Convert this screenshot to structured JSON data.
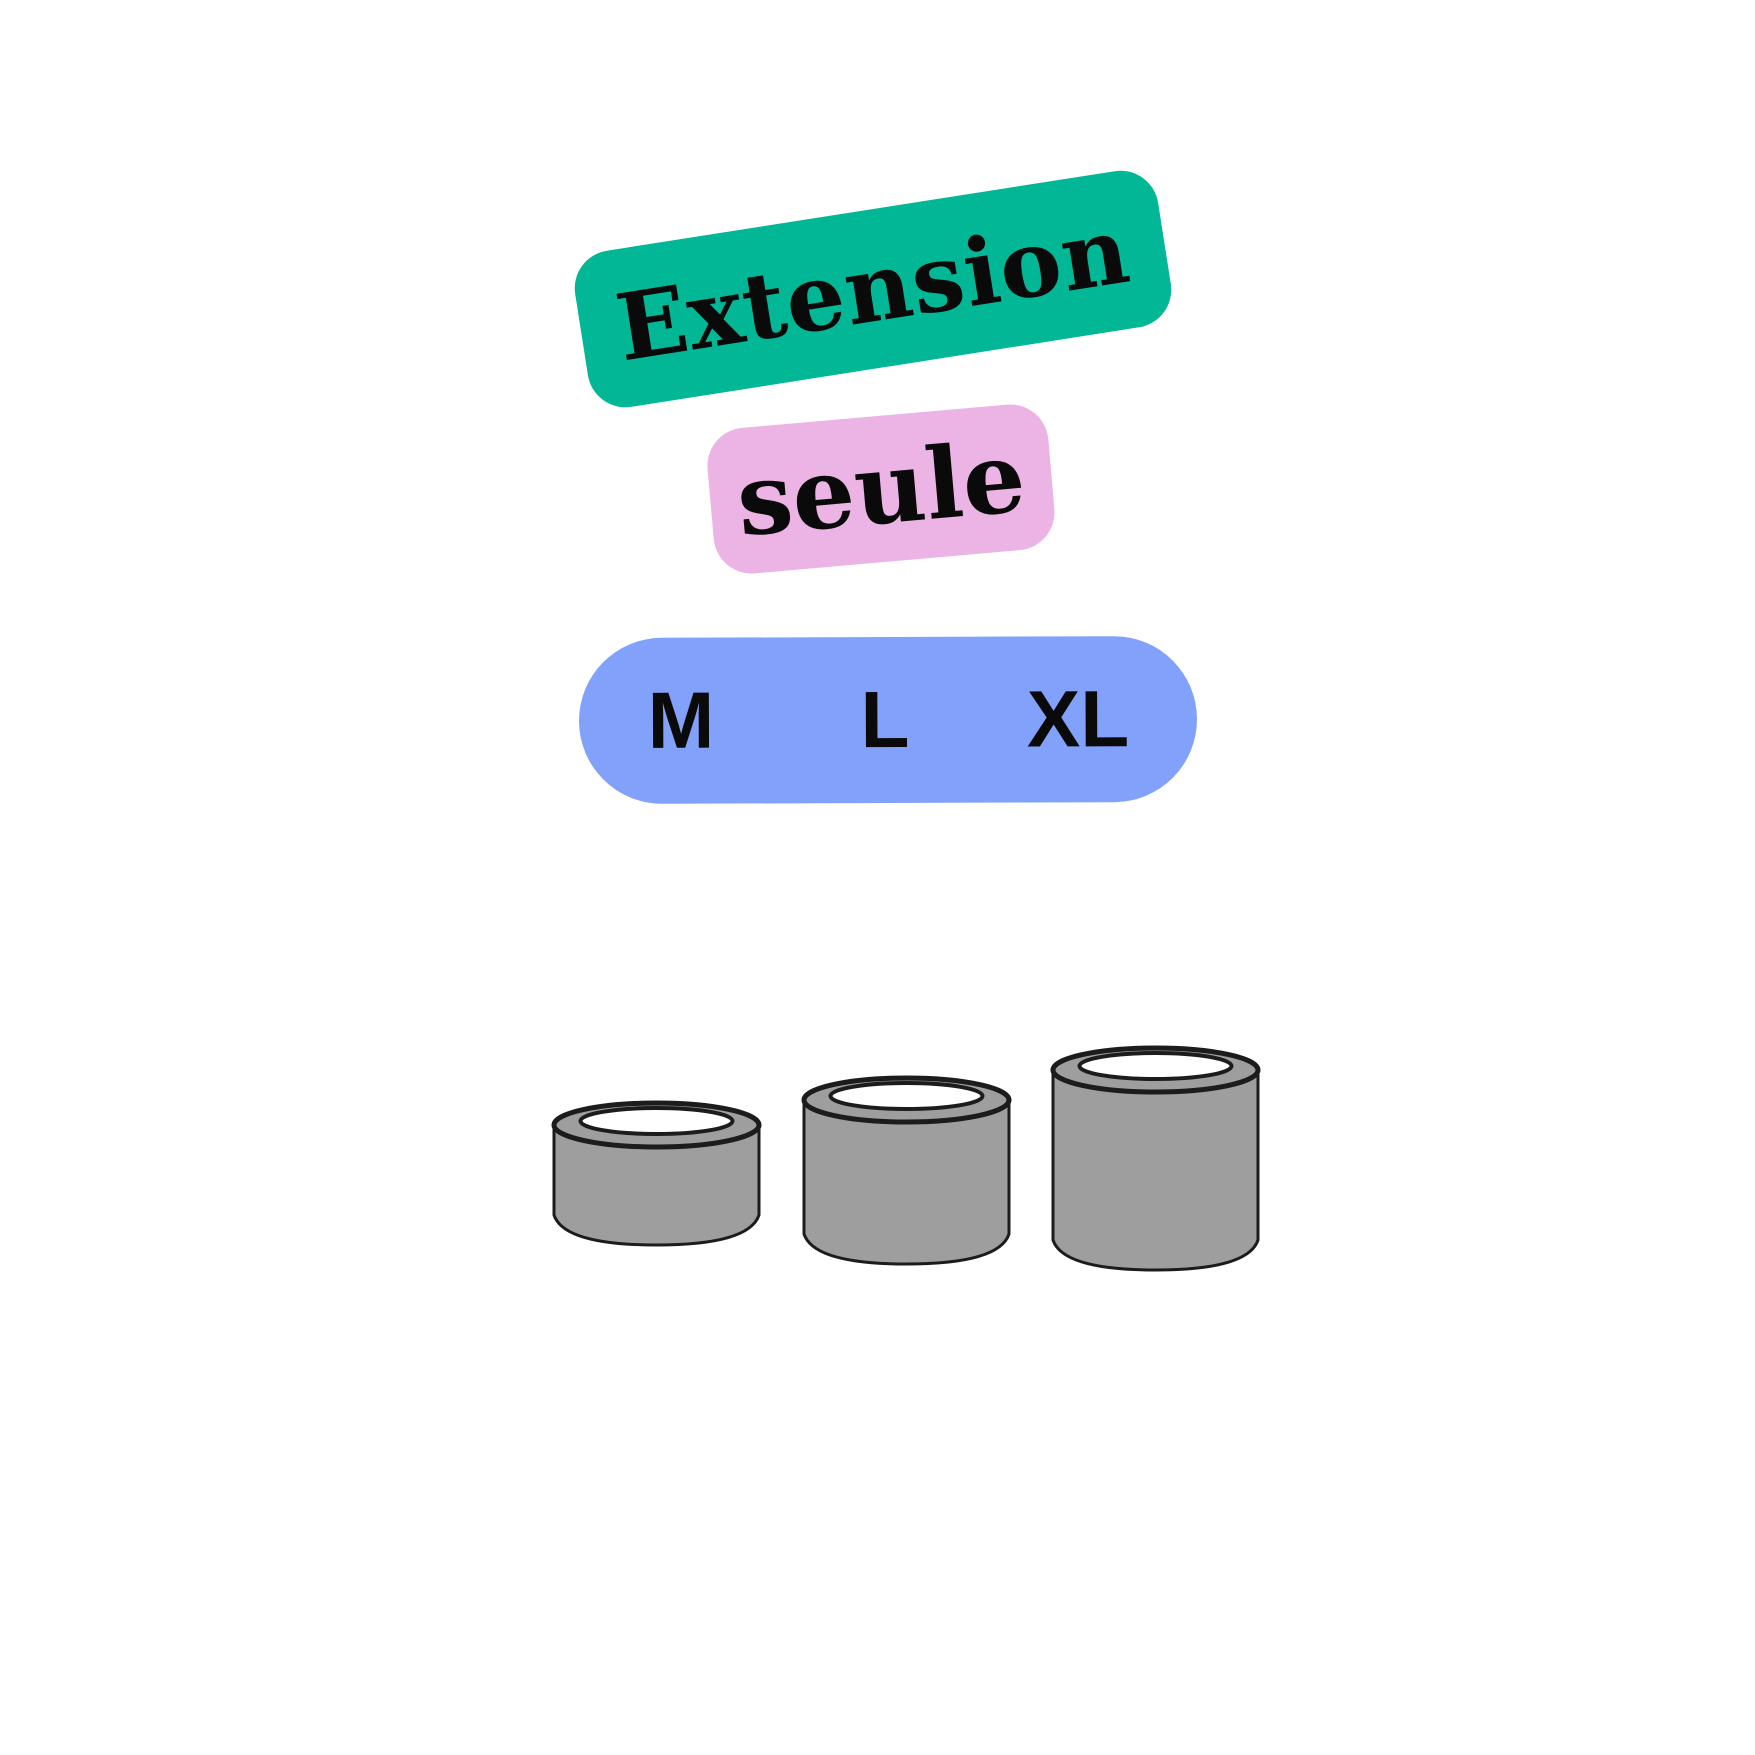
{
  "title_line1": "Extension",
  "title_line2": "seule",
  "sizes": [
    "M",
    "L",
    "XL"
  ],
  "colors": {
    "green": "#02b795",
    "pink": "#ecb4e4",
    "blue": "#82a1fa",
    "tape_gray": "#9e9e9e"
  },
  "icons": [
    "tape-roll-m-icon",
    "tape-roll-l-icon",
    "tape-roll-xl-icon"
  ]
}
